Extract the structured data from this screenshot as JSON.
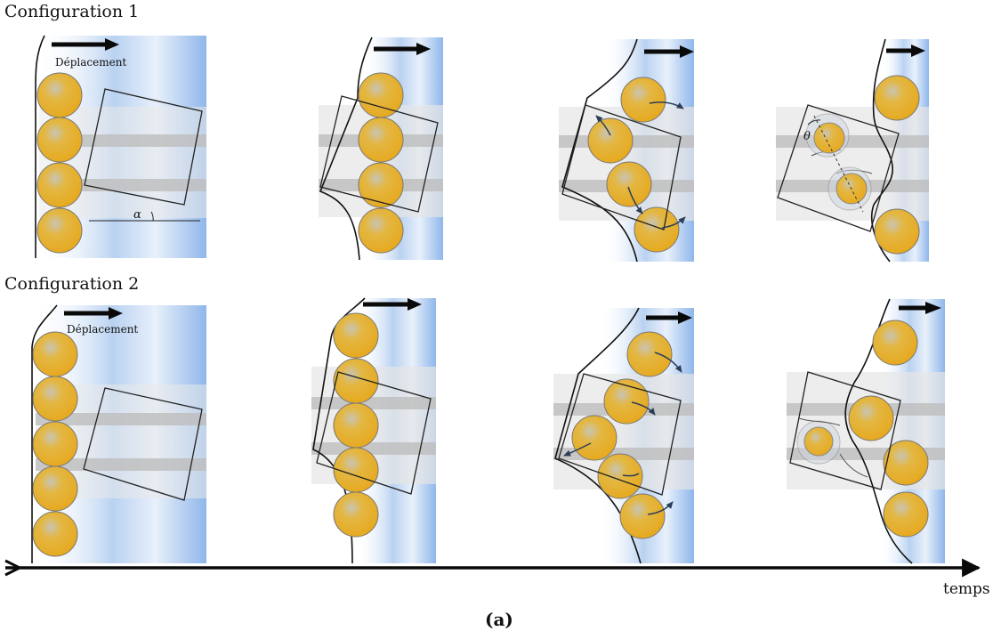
{
  "figure": {
    "configs": [
      {
        "title": "Configuration 1",
        "displacement_label": "Déplacement",
        "angle_alpha": "α",
        "angle_theta": "θ"
      },
      {
        "title": "Configuration 2",
        "displacement_label": "Déplacement"
      }
    ],
    "time_label": "temps",
    "sublabel": "(a)"
  },
  "colors": {
    "sphere_fill": "#e8b530",
    "sphere_stroke": "#6b6b6b",
    "strip_blue": "#9fc2ec",
    "gray_band": "#c9c9c9",
    "light_panel": "#ededed",
    "arrow": "#0a0a0a",
    "motion_arrow": "#2b3d57"
  }
}
